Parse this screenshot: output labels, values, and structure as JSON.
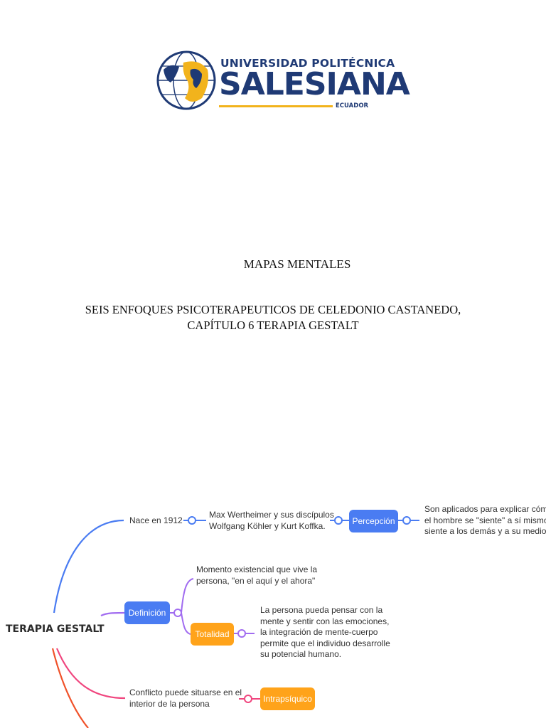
{
  "logo": {
    "line1": "UNIVERSIDAD POLITÉCNICA",
    "line2": "SALESIANA",
    "line3": "ECUADOR",
    "colors": {
      "navy": "#1f3a75",
      "gold": "#f2b31c"
    }
  },
  "document": {
    "title": "MAPAS MENTALES",
    "subtitle_line1": "SEIS ENFOQUES PSICOTERAPEUTICOS DE CELEDONIO CASTANEDO,",
    "subtitle_line2": "CAPÍTULO 6 TERAPIA GESTALT"
  },
  "mindmap": {
    "root": "TERAPIA GESTALT",
    "colors": {
      "blue": "#4a7cf2",
      "orange": "#ffa31a",
      "purple": "#a16cf0",
      "pink": "#f0457e",
      "red": "#f0522a"
    },
    "branch1": {
      "node": "Nace en 1912",
      "detail_line1": "Max Wertheimer y sus discípulos",
      "detail_line2": "Wolfgang Köhler y Kurt Koffka.",
      "tag": "Percepción",
      "note_line1": "Son aplicados para explicar cómo",
      "note_line2": "el hombre se \"siente\" a sí mismo,",
      "note_line3": "siente a los demás y a su medio."
    },
    "branch2": {
      "tag": "Definición",
      "child1_line1": "Momento existencial que vive la",
      "child1_line2": "persona, \"en el aquí y el ahora\"",
      "child2_tag": "Totalidad",
      "child2_line1": "La persona pueda pensar con la",
      "child2_line2": "mente y sentir con las emociones,",
      "child2_line3": "la integración de mente-cuerpo",
      "child2_line4": "permite que el individuo desarrolle",
      "child2_line5": "su potencial humano."
    },
    "branch3": {
      "node_line1": "Conflicto puede situarse en el",
      "node_line2": "interior de la persona",
      "tag": "Intrapsíquico"
    }
  }
}
